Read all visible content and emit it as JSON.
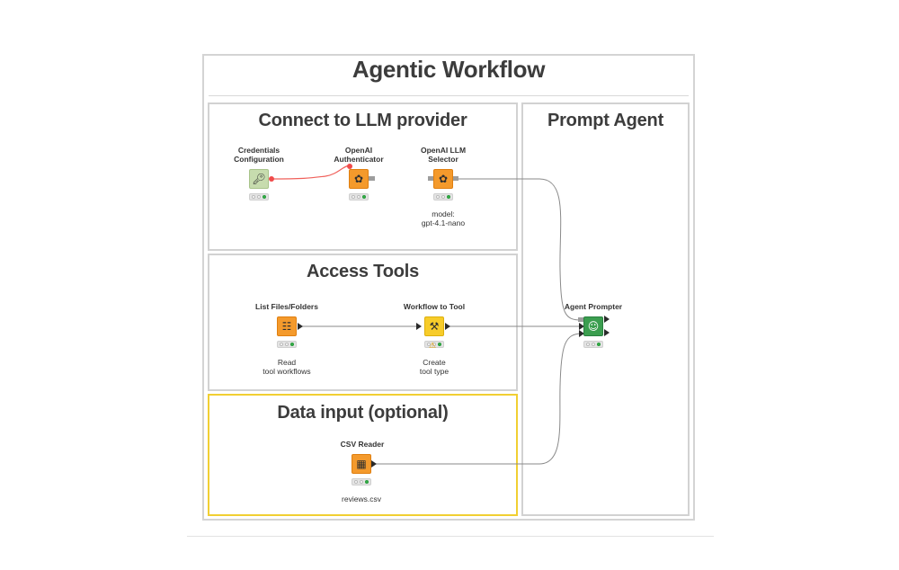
{
  "workflow": {
    "title": "Agentic Workflow"
  },
  "annotations": {
    "llm": "Connect to LLM provider",
    "prompt": "Prompt Agent",
    "tools": "Access Tools",
    "data": "Data input (optional)"
  },
  "nodes": {
    "credentials": {
      "label_line1": "Credentials",
      "label_line2": "Configuration",
      "icon": "key-lock-icon"
    },
    "authenticator": {
      "label_line1": "OpenAI",
      "label_line2": "Authenticator",
      "icon": "openai-icon"
    },
    "selector": {
      "label_line1": "OpenAI LLM",
      "label_line2": "Selector",
      "icon": "openai-icon",
      "desc_line1": "model:",
      "desc_line2": "gpt-4.1-nano"
    },
    "list_files": {
      "label": "List Files/Folders",
      "icon": "file-list-icon",
      "desc_line1": "Read",
      "desc_line2": "tool workflows"
    },
    "workflow_tool": {
      "label": "Workflow to Tool",
      "icon": "workflow-tool-icon",
      "desc_line1": "Create",
      "desc_line2": "tool type"
    },
    "agent_prompter": {
      "label": "Agent Prompter",
      "icon": "agent-icon"
    },
    "csv_reader": {
      "label": "CSV Reader",
      "icon": "table-icon",
      "desc": "reviews.csv"
    }
  },
  "colors": {
    "source_node": "#f49a2c",
    "manipulator_node": "#f7cc2a",
    "agent_node": "#3b9e4f",
    "config_node": "#c7dcae",
    "credential_port": "#f04b4b",
    "highlight_annotation": "#f1cf32",
    "status_ok": "#35b34a"
  }
}
